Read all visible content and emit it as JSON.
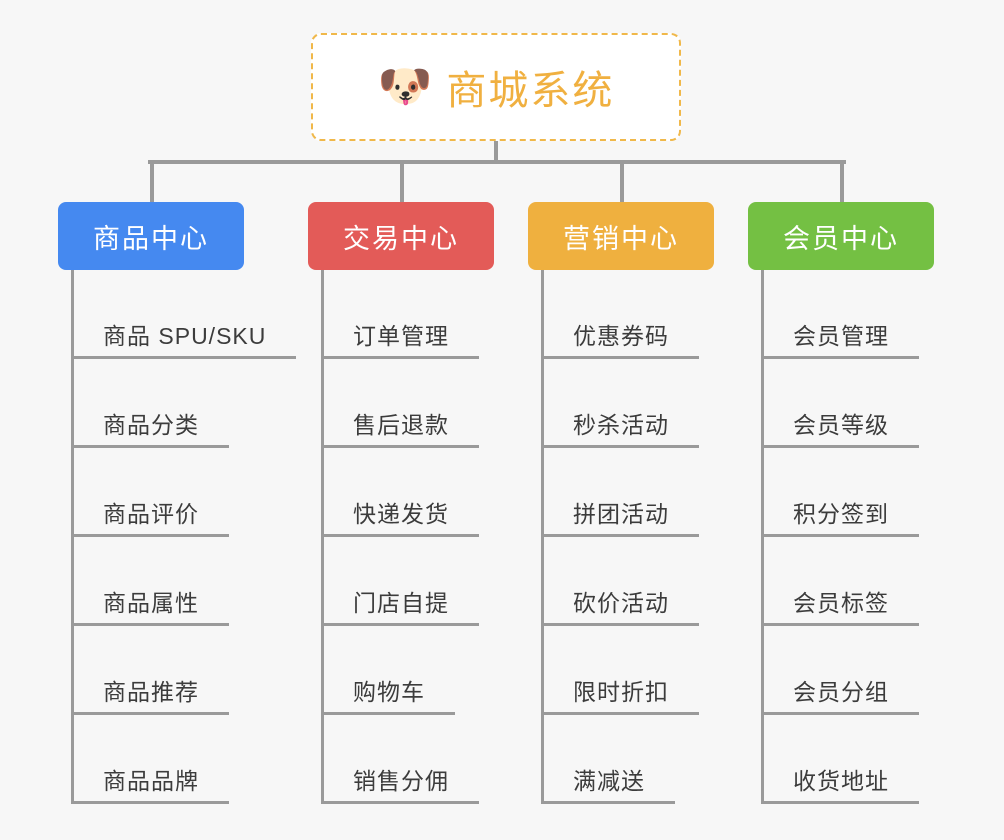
{
  "background_color": "#f7f7f7",
  "root": {
    "icon": "shiba-dog-face-emoji",
    "icon_glyph": "🐶",
    "title": "商城系统",
    "title_color": "#f0b040",
    "border_color": "#f0b84a",
    "border_style": "dashed",
    "background_color": "#ffffff"
  },
  "connector_color": "#9a9a9a",
  "columns": [
    {
      "id": "product-center",
      "header": "商品中心",
      "color": "#4589f0",
      "items": [
        "商品 SPU/SKU",
        "商品分类",
        "商品评价",
        "商品属性",
        "商品推荐",
        "商品品牌"
      ]
    },
    {
      "id": "trade-center",
      "header": "交易中心",
      "color": "#e35b58",
      "items": [
        "订单管理",
        "售后退款",
        "快递发货",
        "门店自提",
        "购物车",
        "销售分佣"
      ]
    },
    {
      "id": "marketing-center",
      "header": "营销中心",
      "color": "#efb03f",
      "items": [
        "优惠券码",
        "秒杀活动",
        "拼团活动",
        "砍价活动",
        "限时折扣",
        "满减送"
      ]
    },
    {
      "id": "member-center",
      "header": "会员中心",
      "color": "#74c043",
      "items": [
        "会员管理",
        "会员等级",
        "积分签到",
        "会员标签",
        "会员分组",
        "收货地址"
      ]
    }
  ]
}
